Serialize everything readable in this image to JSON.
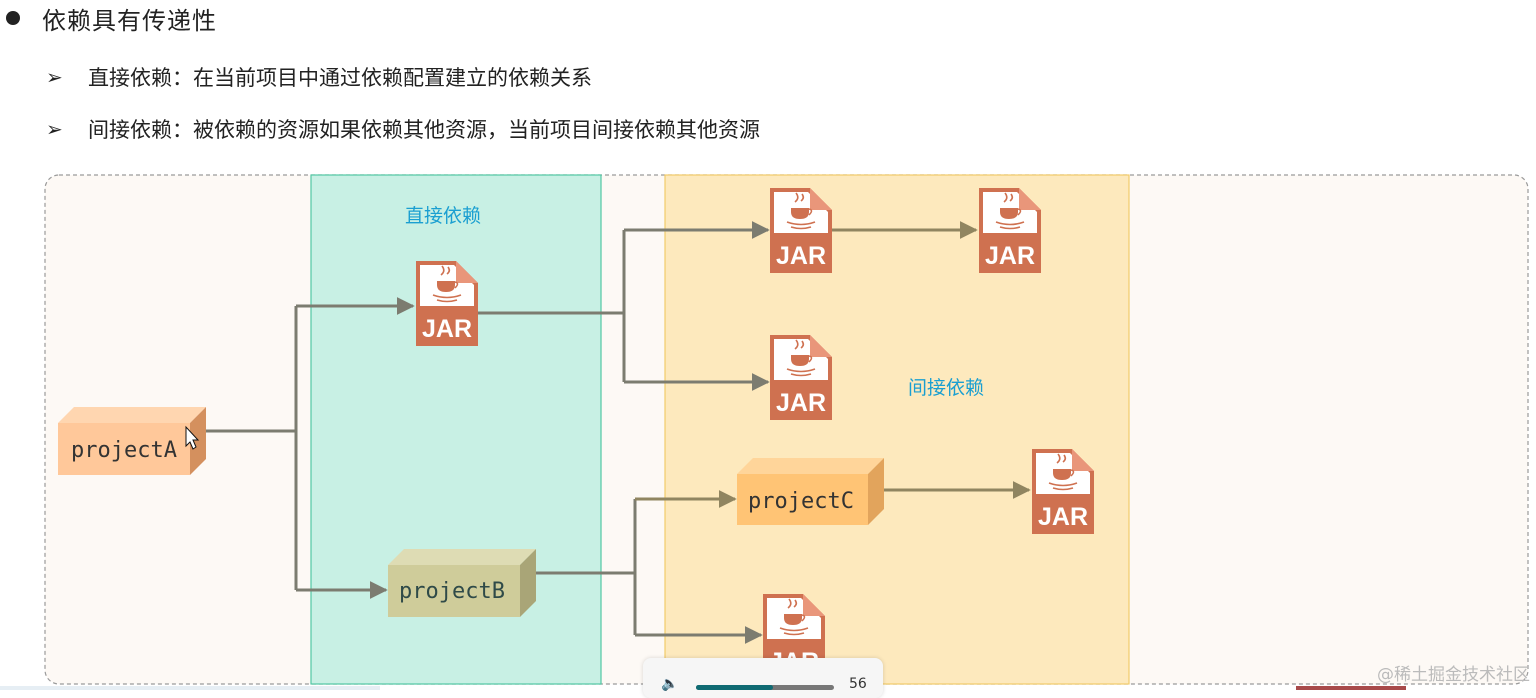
{
  "heading": {
    "title": "依赖具有传递性"
  },
  "points": [
    {
      "text": "直接依赖：在当前项目中通过依赖配置建立的依赖关系"
    },
    {
      "text": "间接依赖：被依赖的资源如果依赖其他资源，当前项目间接依赖其他资源"
    }
  ],
  "diagram": {
    "direct_label": "直接依赖",
    "indirect_label": "间接依赖",
    "projects": {
      "a": "projectA",
      "b": "projectB",
      "c": "projectC"
    },
    "jar_label": "JAR",
    "colors": {
      "direct_zone": "#c8f0e4",
      "indirect_zone": "#fde9bd",
      "jar": "#cf7150",
      "project_orange": "#ffc89a",
      "project_green": "#cfcc9a",
      "arrow_direct": "#7c7c70",
      "arrow_indirect": "#908560"
    }
  },
  "player": {
    "volume_value": "56",
    "volume_percent": 56,
    "volume_icon": "speaker-icon"
  },
  "watermark": "@稀土掘金技术社区"
}
